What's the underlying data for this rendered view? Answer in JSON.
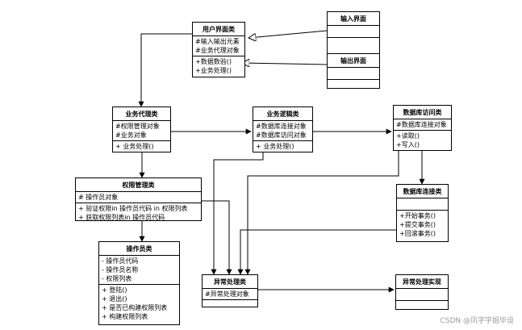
{
  "classes": {
    "user_ui": {
      "title": "用户界面类",
      "attributes": [
        "#输入输出元素",
        "#业务代理对象"
      ],
      "methods": [
        "+数据数验()",
        "+业务处理()"
      ]
    },
    "input_ui": {
      "title": "输入界面"
    },
    "output_ui": {
      "title": "输出界面"
    },
    "business_proxy": {
      "title": "业务代理类",
      "attributes": [
        "#权限管理对象",
        "#业务对象"
      ],
      "methods": [
        "+ 业务处理()"
      ]
    },
    "business_logic": {
      "title": "业务逻辑类",
      "attributes": [
        "#数据库连接对象",
        "#数据库访问对象"
      ],
      "methods": [
        "+ 业务处理()"
      ]
    },
    "db_access": {
      "title": "数据库访问类",
      "attributes": [
        "#数据库连接对象"
      ],
      "methods": [
        "+读取()",
        "+写入()"
      ]
    },
    "permission": {
      "title": "权限管理类",
      "attributes": [
        "# 操作员对象"
      ],
      "methods": [
        "+ 验证权限in 操作员代码 in 权限列表",
        "+ 获取权限列表in 操作员代码"
      ]
    },
    "db_connection": {
      "title": "数据库连接类",
      "methods": [
        "+开始事务()",
        "+提交事务()",
        "+回滚事务()"
      ]
    },
    "operator": {
      "title": "操作员类",
      "attributes": [
        "- 操作员代码",
        "- 操作员名称",
        "- 权限列表"
      ],
      "methods": [
        "+ 登陆()",
        "+ 退出()",
        "+ 是否已构建权限列表",
        "+ 构建权限列表"
      ]
    },
    "exception": {
      "title": "异常处理类",
      "attributes": [
        "#异常处理对象"
      ]
    },
    "exception_impl": {
      "title": "异常处理实现"
    }
  },
  "watermark": "CSDN @凤字字姐毕设"
}
